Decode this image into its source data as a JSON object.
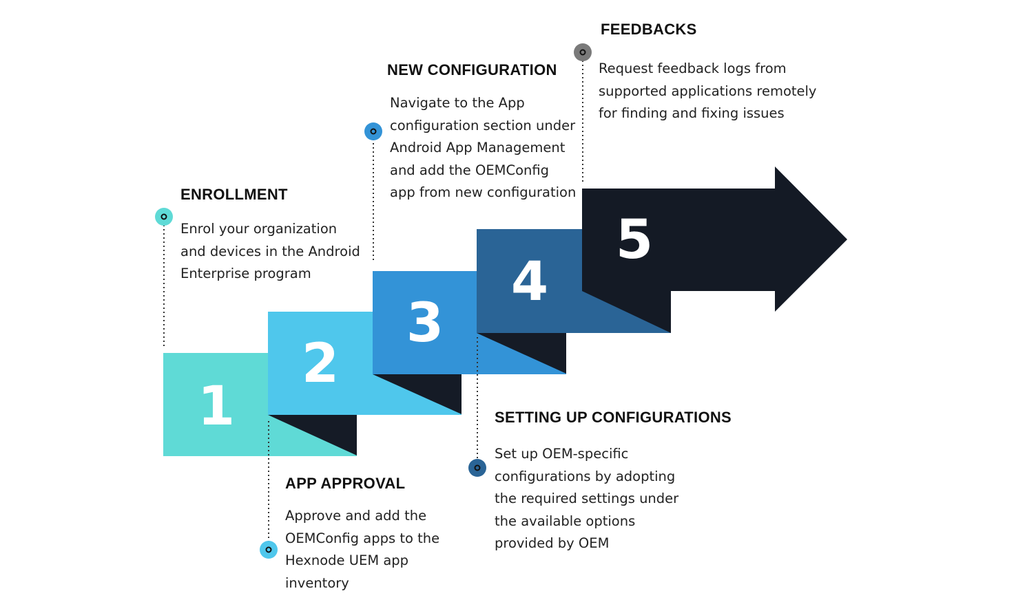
{
  "colors": {
    "step1": "#5fdad6",
    "step2": "#4fc7ec",
    "step3": "#3393d7",
    "step4": "#2a6496",
    "step5": "#141a25",
    "fold": "#151b26",
    "marker_enrollment": "#5fdad6",
    "marker_app_approval": "#4fc7ec",
    "marker_new_configuration": "#3393d7",
    "marker_setting_up": "#2a6496",
    "marker_feedbacks": "#7a7a7a"
  },
  "steps": [
    {
      "number": "1"
    },
    {
      "number": "2"
    },
    {
      "number": "3"
    },
    {
      "number": "4"
    },
    {
      "number": "5"
    }
  ],
  "stages": {
    "enrollment": {
      "title": "ENROLLMENT",
      "description": "Enrol your organization and devices in the Android Enterprise program"
    },
    "app_approval": {
      "title": "APP APPROVAL",
      "description": "Approve and add the OEMConfig apps to the Hexnode UEM app inventory"
    },
    "new_configuration": {
      "title": "NEW CONFIGURATION",
      "description": "Navigate to the App configuration section under Android App Management and add the OEMConfig app from new configuration"
    },
    "setting_up_configurations": {
      "title": "SETTING UP CONFIGURATIONS",
      "description": "Set up OEM-specific configurations by adopting the required settings under the available options provided by OEM"
    },
    "feedbacks": {
      "title": "FEEDBACKS",
      "description": "Request feedback logs from supported applications remotely for finding and fixing issues"
    }
  }
}
